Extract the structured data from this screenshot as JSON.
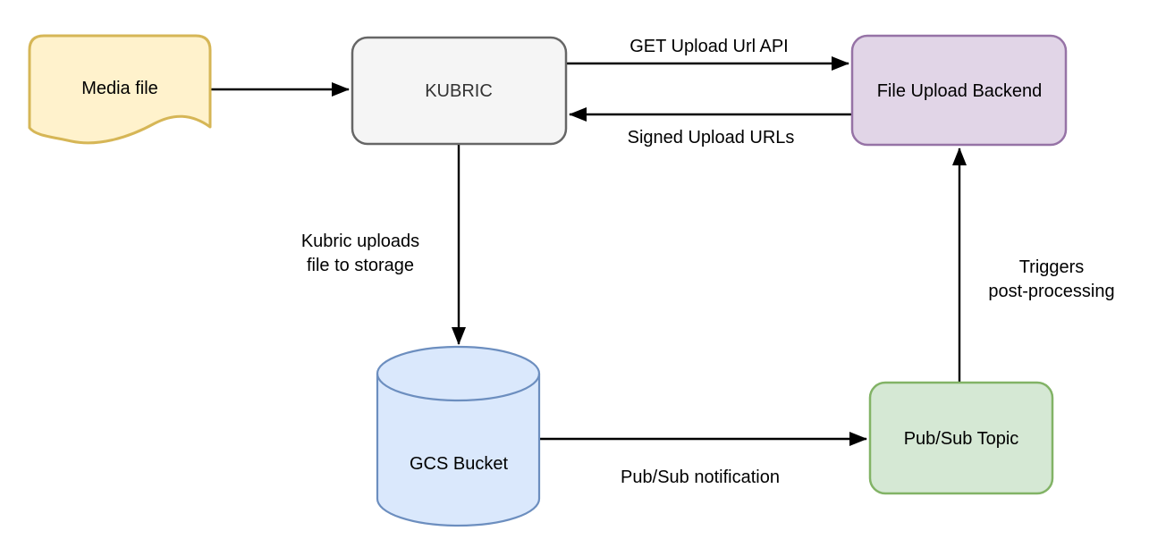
{
  "diagram": {
    "background": "#ffffff",
    "arrow_color": "#000000",
    "label_color": "#000000",
    "nodes": {
      "media_file": {
        "label": "Media file",
        "shape": "document",
        "fill": "#FFF2CC",
        "stroke": "#D6B656",
        "text_color": "#000000"
      },
      "kubric": {
        "label": "KUBRIC",
        "shape": "rounded-rectangle",
        "fill": "#F5F5F5",
        "stroke": "#666666",
        "text_color": "#333333"
      },
      "file_upload_backend": {
        "label": "File Upload Backend",
        "shape": "rounded-rectangle",
        "fill": "#E1D5E7",
        "stroke": "#9673A6",
        "text_color": "#000000"
      },
      "gcs_bucket": {
        "label": "GCS Bucket",
        "shape": "cylinder",
        "fill": "#DAE8FC",
        "stroke": "#6C8EBF",
        "text_color": "#000000"
      },
      "pubsub_topic": {
        "label": "Pub/Sub Topic",
        "shape": "rounded-rectangle",
        "fill": "#D5E8D4",
        "stroke": "#82B366",
        "text_color": "#000000"
      }
    },
    "edges": {
      "media_to_kubric": {
        "from": "media_file",
        "to": "kubric",
        "label": ""
      },
      "get_upload_url": {
        "from": "kubric",
        "to": "file_upload_backend",
        "label": "GET Upload Url API"
      },
      "signed_upload_urls": {
        "from": "file_upload_backend",
        "to": "kubric",
        "label": "Signed Upload URLs"
      },
      "kubric_uploads": {
        "from": "kubric",
        "to": "gcs_bucket",
        "lines": [
          "Kubric uploads",
          "file to storage"
        ]
      },
      "pubsub_notification": {
        "from": "gcs_bucket",
        "to": "pubsub_topic",
        "label": "Pub/Sub notification"
      },
      "triggers_post_processing": {
        "from": "pubsub_topic",
        "to": "file_upload_backend",
        "lines": [
          "Triggers",
          "post-processing"
        ]
      }
    }
  }
}
